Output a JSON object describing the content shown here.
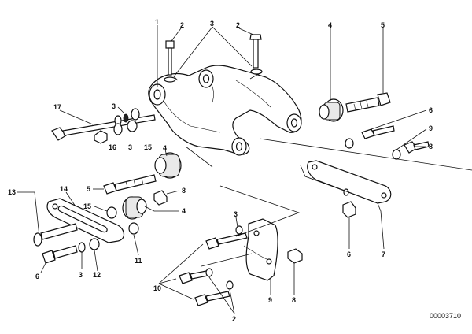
{
  "callouts": {
    "c1": "1",
    "c2a": "2",
    "c3a": "3",
    "c2b": "2",
    "c4a": "4",
    "c5a": "5",
    "c17": "17",
    "c3b": "3",
    "c16": "16",
    "c3c": "3",
    "c15a": "15",
    "c6a": "6",
    "c9a": "9",
    "c8a": "8",
    "c4b": "4",
    "c5b": "5",
    "c8b": "8",
    "c4c": "4",
    "c15b": "15",
    "c13": "13",
    "c14": "14",
    "c11": "11",
    "c6b": "6",
    "c3d": "3",
    "c12": "12",
    "c3e": "3",
    "c10": "10",
    "c2c": "2",
    "c9b": "9",
    "c8c": "8",
    "c6c": "6",
    "c7": "7"
  },
  "doc_id": "00003710"
}
